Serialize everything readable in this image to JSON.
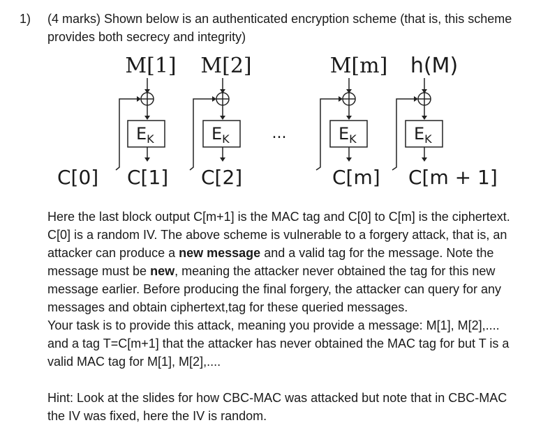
{
  "question": {
    "number": "1)",
    "heading_line1": "(4 marks) Shown below is an authenticated encryption scheme (that is, this scheme",
    "heading_line2": "provides both secrecy and integrity)"
  },
  "diagram": {
    "inputs": [
      "M[1]",
      "M[2]",
      "M[m]",
      "h(M)"
    ],
    "block_label": "E",
    "block_sub": "K",
    "ellipsis": "...",
    "outputs": [
      "C[0]",
      "C[1]",
      "C[2]",
      "C[m]",
      "C[m + 1]"
    ]
  },
  "body": {
    "line1": "Here the last block output C[m+1] is the MAC tag and C[0] to C[m] is the ciphertext.",
    "line2": "C[0] is a random IV. The above scheme is vulnerable to a forgery attack, that is, an",
    "line3_pre": "attacker can produce a ",
    "line3_bold": "new message",
    "line3_post": " and a valid tag for the message. Note the",
    "line4_pre": "message must be ",
    "line4_bold": "new",
    "line4_post": ", meaning the attacker never obtained the tag for this new",
    "line5": "message earlier. Before producing the final forgery, the attacker can query for any",
    "line6": "messages and obtain ciphertext,tag for these queried messages.",
    "line7": "Your task is to provide this attack, meaning you provide a message: M[1], M[2],....",
    "line8": "and a tag T=C[m+1] that the attacker has never obtained the MAC tag for but T is a",
    "line9": "valid MAC tag for M[1], M[2],....",
    "hint1": "Hint: Look at the slides for how CBC-MAC was attacked but note that in CBC-MAC",
    "hint2": "the IV was fixed, here the IV is random."
  }
}
